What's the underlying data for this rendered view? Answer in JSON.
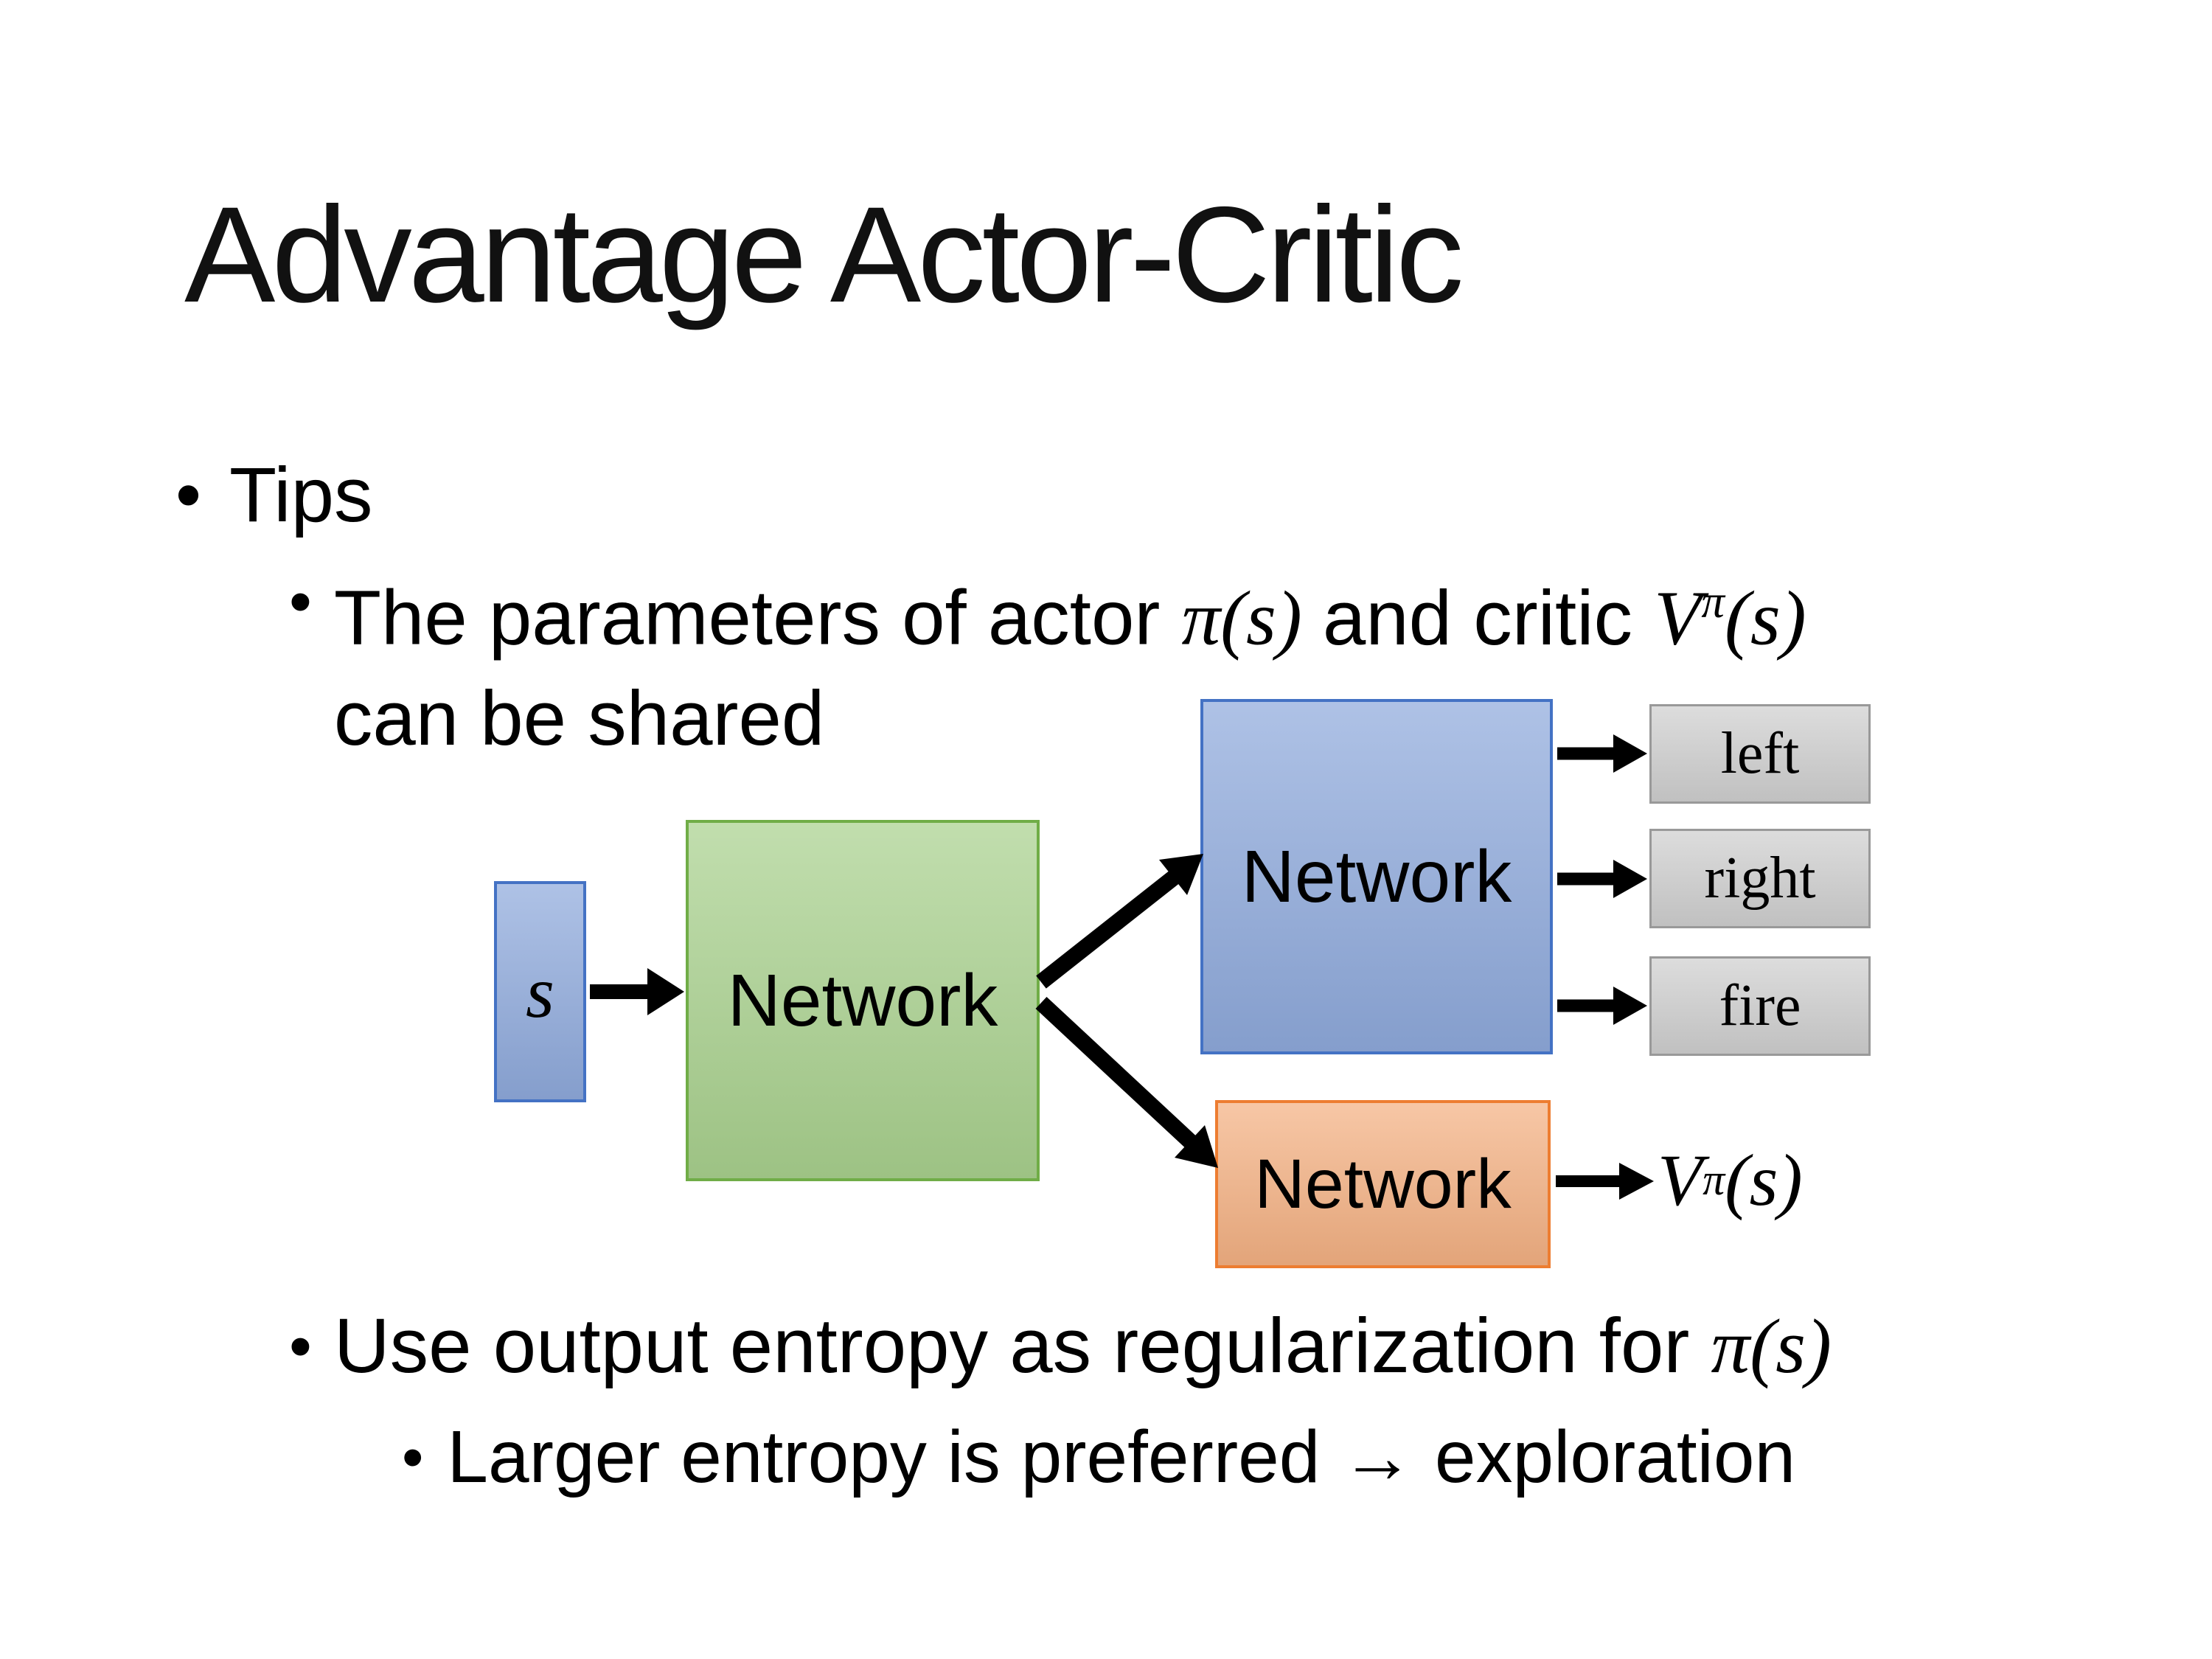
{
  "slide": {
    "title": "Advantage Actor-Critic",
    "bullets": {
      "tips": "Tips",
      "shared_part1": "The parameters of actor ",
      "shared_pi": "π(s)",
      "shared_part2": "and critic ",
      "shared_v_base": "V",
      "shared_v_sup": "π",
      "shared_v_args": "(s)",
      "shared_line2": "can be shared",
      "entropy_part1": "Use output entropy as regularization for ",
      "entropy_pi": "π(s)",
      "exploration": "Larger entropy is preferred → exploration",
      "bullet_glyph": "•"
    },
    "diagram": {
      "input_label": "s",
      "shared_network": "Network",
      "actor_network": "Network",
      "critic_network": "Network",
      "action_labels": [
        "left",
        "right",
        "fire"
      ],
      "value_base": "V",
      "value_sup": "π",
      "value_args": "(s)"
    },
    "colors": {
      "background": "#FFFFFF",
      "text": "#000000",
      "blue_fill": "#8FAADC",
      "blue_border": "#4472C4",
      "green_fill": "#A9D18E",
      "green_border": "#70AD47",
      "orange_fill": "#F4B183",
      "orange_border": "#ED7D31",
      "gray_fill": "#CFCFCF",
      "gray_border": "#999999",
      "arrow": "#000000"
    }
  }
}
